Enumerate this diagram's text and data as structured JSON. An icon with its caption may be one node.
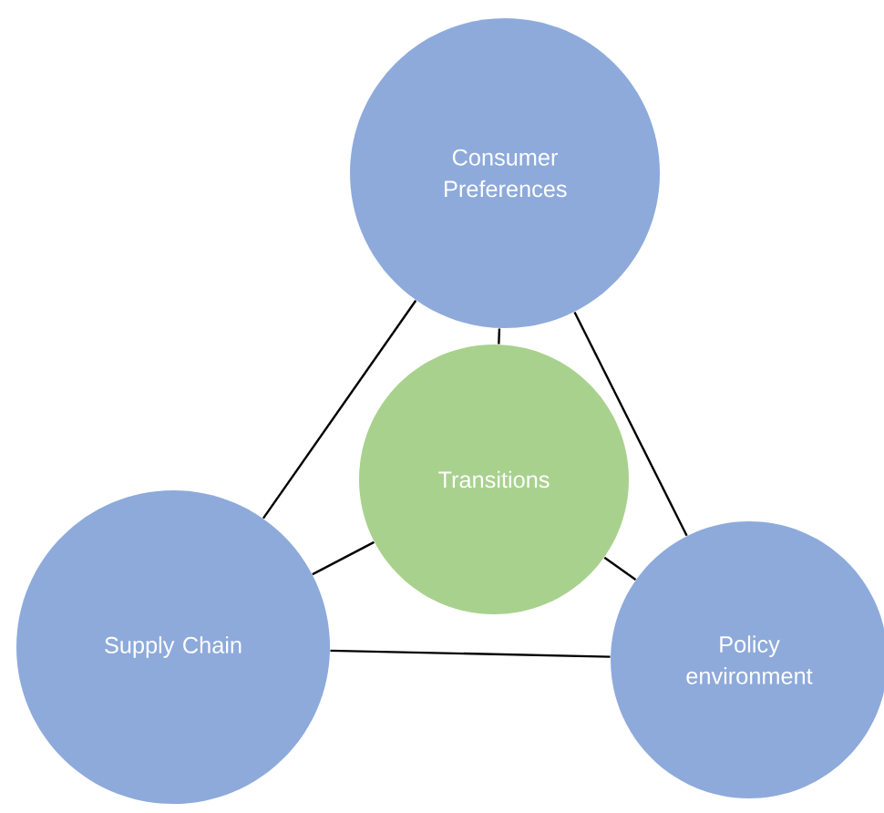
{
  "diagram": {
    "nodes": [
      {
        "text": [
          "Consumer Preferences"
        ]
      },
      {
        "text": [
          "Transitions"
        ]
      },
      {
        "text": [
          "Supply Chain"
        ]
      },
      {
        "text": [
          "Policy environment"
        ]
      }
    ],
    "edges": [
      {
        "from": 0,
        "to": 2,
        "arrow": "none"
      },
      {
        "from": 0,
        "to": 3,
        "arrow": "none"
      },
      {
        "from": 2,
        "to": 3,
        "arrow": "none"
      },
      {
        "from": 0,
        "to": 1,
        "arrow": "none"
      },
      {
        "from": 1,
        "to": 2,
        "arrow": "none"
      },
      {
        "from": 1,
        "to": 3,
        "arrow": "none"
      }
    ]
  }
}
